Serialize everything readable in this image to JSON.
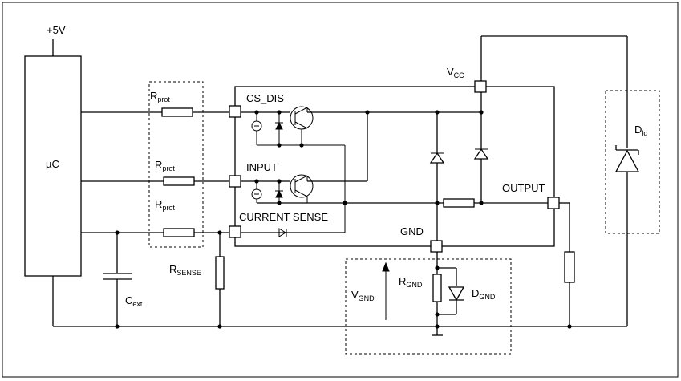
{
  "labels": {
    "plus5v": "+5V",
    "uc": "µC",
    "r_prot": "R",
    "r_prot_sub": "prot",
    "r_sense": "R",
    "r_sense_sub": "SENSE",
    "c_ext": "C",
    "c_ext_sub": "ext",
    "cs_dis": "CS_DIS",
    "input": "INPUT",
    "current_sense": "CURRENT SENSE",
    "vcc": "V",
    "vcc_sub": "CC",
    "gnd": "GND",
    "output": "OUTPUT",
    "d_ld": "D",
    "d_ld_sub": "ld",
    "v_gnd": "V",
    "v_gnd_sub": "GND",
    "r_gnd": "R",
    "r_gnd_sub": "GND",
    "d_gnd": "D",
    "d_gnd_sub": "GND"
  }
}
